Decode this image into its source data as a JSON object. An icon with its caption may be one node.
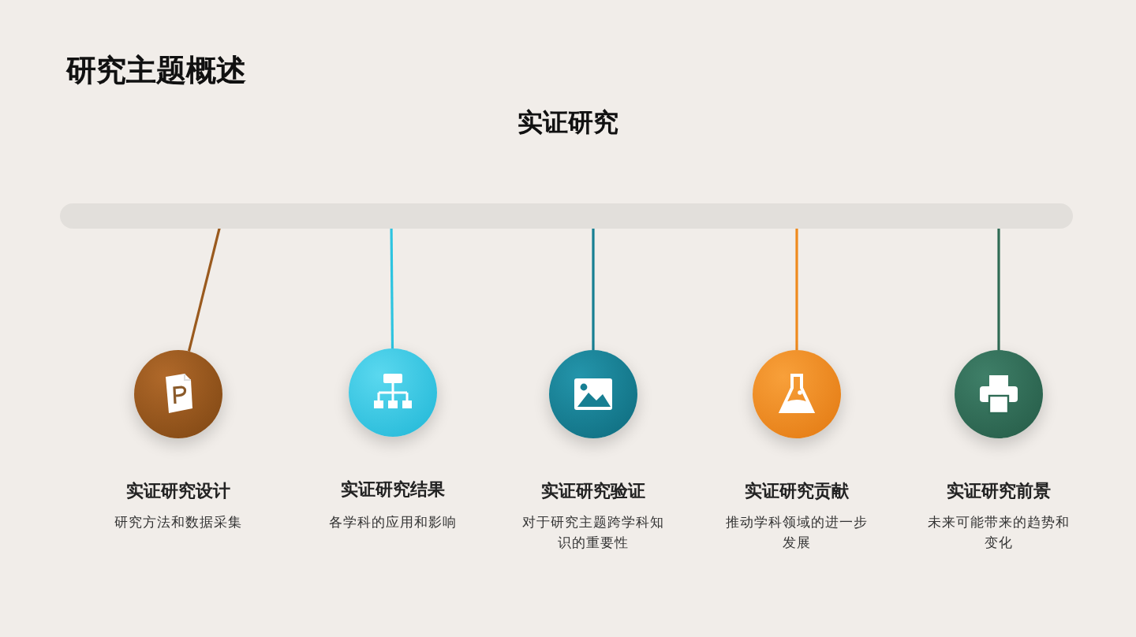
{
  "diagram": {
    "title": "研究主题概述",
    "nodes": [
      {
        "text": [],
        "shape": "bar"
      },
      {
        "text": [
          "实证研究设计"
        ]
      },
      {
        "text": [
          "实证研究结果"
        ]
      },
      {
        "text": [
          "实证研究验证"
        ]
      },
      {
        "text": [
          "实证研究贡献"
        ]
      },
      {
        "text": [
          "实证研究前景"
        ]
      }
    ],
    "edges": [
      {
        "from": 0,
        "to": 1,
        "arrow": "none",
        "color": "#9a5a1e"
      },
      {
        "from": 0,
        "to": 2,
        "arrow": "none",
        "color": "#2ec4e0"
      },
      {
        "from": 0,
        "to": 3,
        "arrow": "none",
        "color": "#177f93"
      },
      {
        "from": 0,
        "to": 4,
        "arrow": "none",
        "color": "#ef8a1d"
      },
      {
        "from": 0,
        "to": 5,
        "arrow": "none",
        "color": "#2f6b55"
      }
    ],
    "labels": [
      "实证研究",
      "研究方法和数据采集",
      "各学科的应用和影响",
      "对于研究主题跨学科知识的重要性",
      "推动学科领域的进一步发展",
      "未来可能带来的趋势和变化"
    ]
  }
}
